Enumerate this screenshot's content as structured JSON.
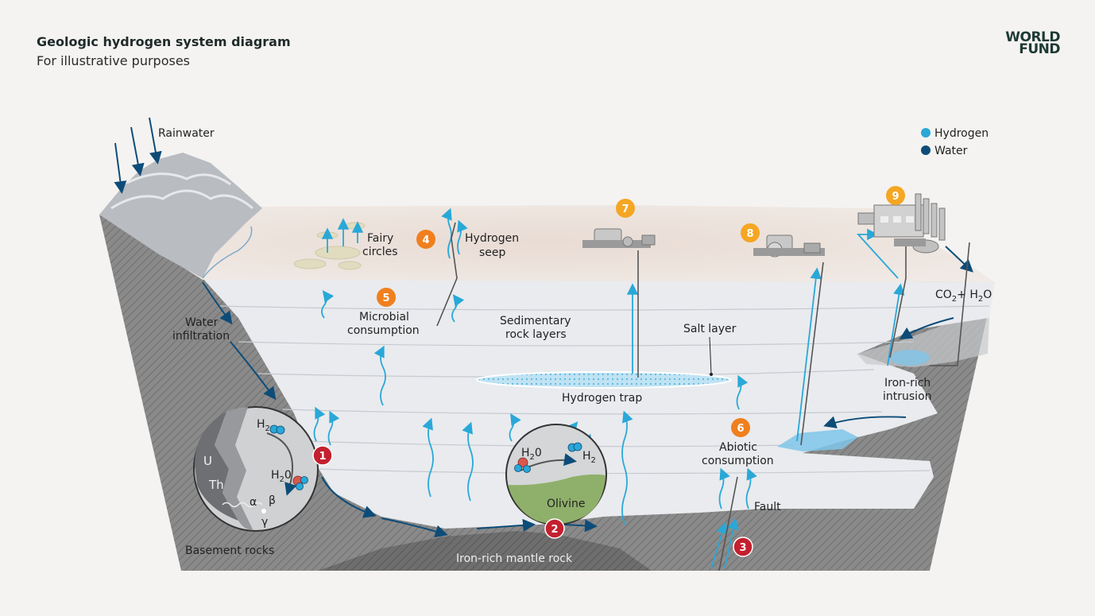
{
  "header": {
    "title": "Geologic hydrogen system diagram",
    "subtitle": "For illustrative purposes",
    "logo_line1": "WORLD",
    "logo_line2": "FUND"
  },
  "legend": {
    "items": [
      {
        "label": "Hydrogen",
        "color": "#29a8d8"
      },
      {
        "label": "Water",
        "color": "#0d4c78"
      }
    ]
  },
  "labels": {
    "rainwater": "Rainwater",
    "water_infiltration_1": "Water",
    "water_infiltration_2": "infiltration",
    "fairy_circles_1": "Fairy",
    "fairy_circles_2": "circles",
    "hydrogen_seep_1": "Hydrogen",
    "hydrogen_seep_2": "seep",
    "microbial_1": "Microbial",
    "microbial_2": "consumption",
    "sedimentary_1": "Sedimentary",
    "sedimentary_2": "rock layers",
    "salt_layer": "Salt layer",
    "hydrogen_trap": "Hydrogen trap",
    "co2_h2o": "CO",
    "co2_sub": "2",
    "co2_plus": "+ H",
    "h2o_sub": "2",
    "h2o_o": "O",
    "iron_intrusion_1": "Iron-rich",
    "iron_intrusion_2": "intrusion",
    "abiotic_1": "Abiotic",
    "abiotic_2": "consumption",
    "fault": "Fault",
    "basement_rocks": "Basement rocks",
    "mantle_rock": "Iron-rich mantle rock",
    "olivine": "Olivine"
  },
  "inset1": {
    "u": "U",
    "th": "Th",
    "h2_main": "H",
    "h2_sub": "2",
    "h2o_main": "H",
    "h2o_sub": "2",
    "h2o_o": "0",
    "alpha": "α",
    "beta": "β",
    "gamma": "γ"
  },
  "inset2": {
    "h2o_main": "H",
    "h2o_sub": "2",
    "h2o_o": "0",
    "h2_main": "H",
    "h2_sub": "2"
  },
  "badges": [
    {
      "num": "1",
      "color": "#c4202f"
    },
    {
      "num": "2",
      "color": "#c4202f"
    },
    {
      "num": "3",
      "color": "#c4202f"
    },
    {
      "num": "4",
      "color": "#f07f1e"
    },
    {
      "num": "5",
      "color": "#f07f1e"
    },
    {
      "num": "6",
      "color": "#f07f1e"
    },
    {
      "num": "7",
      "color": "#f5a623"
    },
    {
      "num": "8",
      "color": "#f5a623"
    },
    {
      "num": "9",
      "color": "#f5a623"
    }
  ]
}
